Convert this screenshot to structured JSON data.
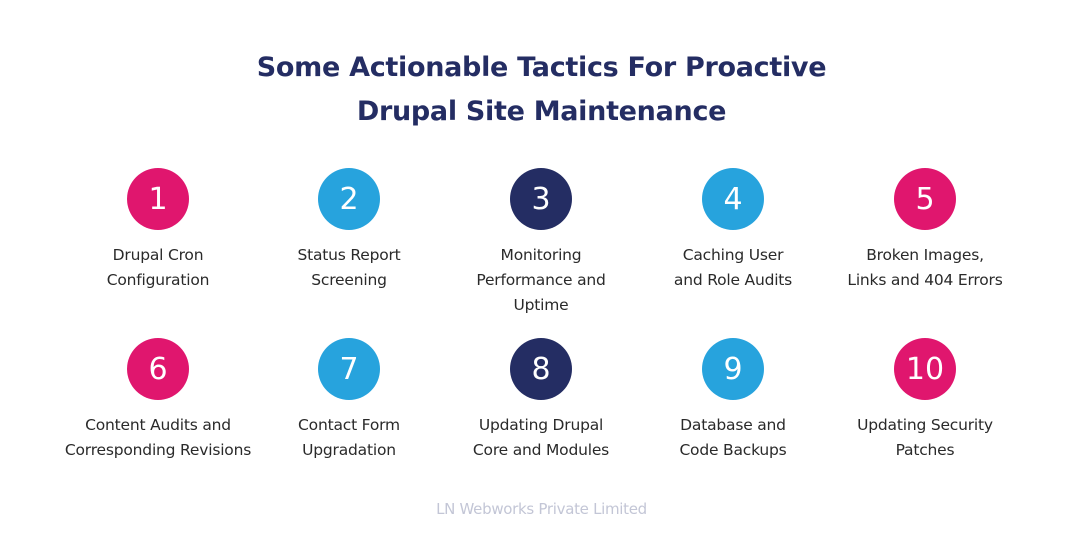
{
  "title": {
    "line1": "Some Actionable Tactics For Proactive",
    "line2": "Drupal Site Maintenance"
  },
  "colors": {
    "title": "#242d63",
    "magenta": "#e0166e",
    "blue": "#27a3dd",
    "navy": "#242d63",
    "footer": "#c3c6d6"
  },
  "items": [
    {
      "number": "1",
      "line1": "Drupal Cron",
      "line2": "Configuration",
      "line3": "",
      "color": "#e0166e"
    },
    {
      "number": "2",
      "line1": "Status Report",
      "line2": "Screening",
      "line3": "",
      "color": "#27a3dd"
    },
    {
      "number": "3",
      "line1": "Monitoring",
      "line2": "Performance and",
      "line3": "Uptime",
      "color": "#242d63"
    },
    {
      "number": "4",
      "line1": "Caching User",
      "line2": "and Role Audits",
      "line3": "",
      "color": "#27a3dd"
    },
    {
      "number": "5",
      "line1": "Broken Images,",
      "line2": "Links and 404 Errors",
      "line3": "",
      "color": "#e0166e"
    },
    {
      "number": "6",
      "line1": "Content Audits and",
      "line2": "Corresponding Revisions",
      "line3": "",
      "color": "#e0166e"
    },
    {
      "number": "7",
      "line1": "Contact Form",
      "line2": "Upgradation",
      "line3": "",
      "color": "#27a3dd"
    },
    {
      "number": "8",
      "line1": "Updating Drupal",
      "line2": "Core and Modules",
      "line3": "",
      "color": "#242d63"
    },
    {
      "number": "9",
      "line1": "Database and",
      "line2": "Code Backups",
      "line3": "",
      "color": "#27a3dd"
    },
    {
      "number": "10",
      "line1": "Updating Security",
      "line2": "Patches",
      "line3": "",
      "color": "#e0166e"
    }
  ],
  "footer": "LN Webworks Private Limited"
}
